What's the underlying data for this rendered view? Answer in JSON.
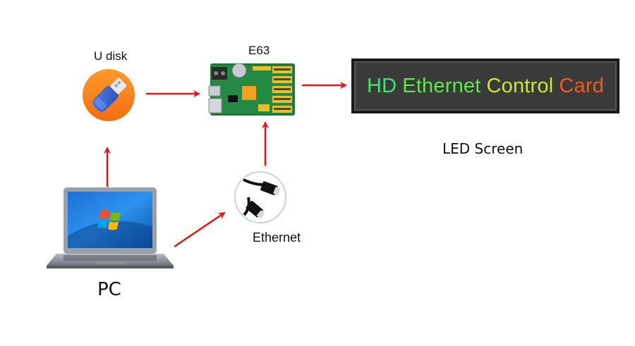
{
  "labels": {
    "udisk": "U disk",
    "card": "E63",
    "led_screen": "LED Screen",
    "ethernet": "Ethernet",
    "pc": "PC"
  },
  "led_display": {
    "words": [
      {
        "text": "HD",
        "color": "#3be86a"
      },
      {
        "text": "Ethernet",
        "color": "#5ee84a"
      },
      {
        "text": "Control",
        "color": "#c6ec2c"
      },
      {
        "text": "Card",
        "color": "#f05a1c"
      }
    ]
  },
  "colors": {
    "arrow": "#e8141c",
    "background": "#ffffff"
  }
}
